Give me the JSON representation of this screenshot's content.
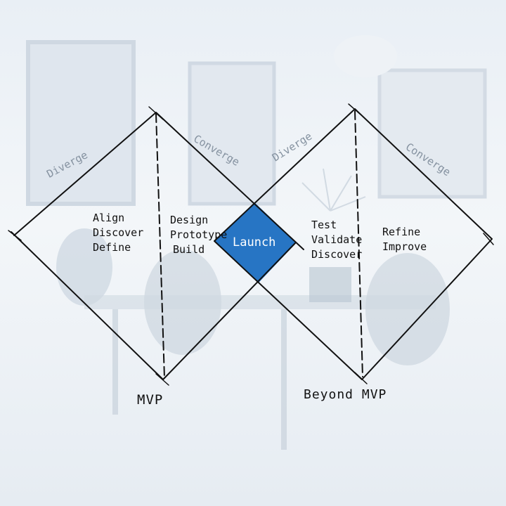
{
  "colors": {
    "stroke": "#111111",
    "launch_fill": "#2775c4",
    "header_text": "#8592a0"
  },
  "diamond1": {
    "diverge": "Diverge",
    "converge": "Converge",
    "left_items": [
      "Align",
      "Discover",
      "Define"
    ],
    "right_items": [
      "Design",
      "Prototype",
      "Build"
    ],
    "milestone": "MVP"
  },
  "launch": {
    "label": "Launch"
  },
  "diamond2": {
    "diverge": "Diverge",
    "converge": "Converge",
    "left_items": [
      "Test",
      "Validate",
      "Discover"
    ],
    "right_items": [
      "Refine",
      "Improve"
    ],
    "milestone": "Beyond MVP"
  }
}
